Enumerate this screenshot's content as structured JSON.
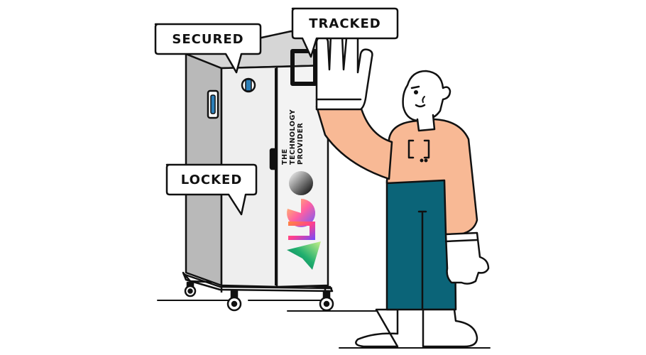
{
  "callouts": {
    "secured": "SECURED",
    "tracked": "TRACKED",
    "locked": "LOCKED"
  },
  "cabinet": {
    "side_text_line1": "THE",
    "side_text_line2": "TECHNOLOGY",
    "side_text_line3": "PROVIDER"
  },
  "colors": {
    "outline": "#111111",
    "cabinet_side": "#b9b9b9",
    "cabinet_front": "#f1f1f1",
    "skin_shirt": "#f8b995",
    "trousers": "#0b6478",
    "lock_blue": "#2c7fb8"
  },
  "icons": {
    "shirt_logo": "bracket-logo-icon",
    "brand_logo": "gradient-shapes-logo"
  }
}
